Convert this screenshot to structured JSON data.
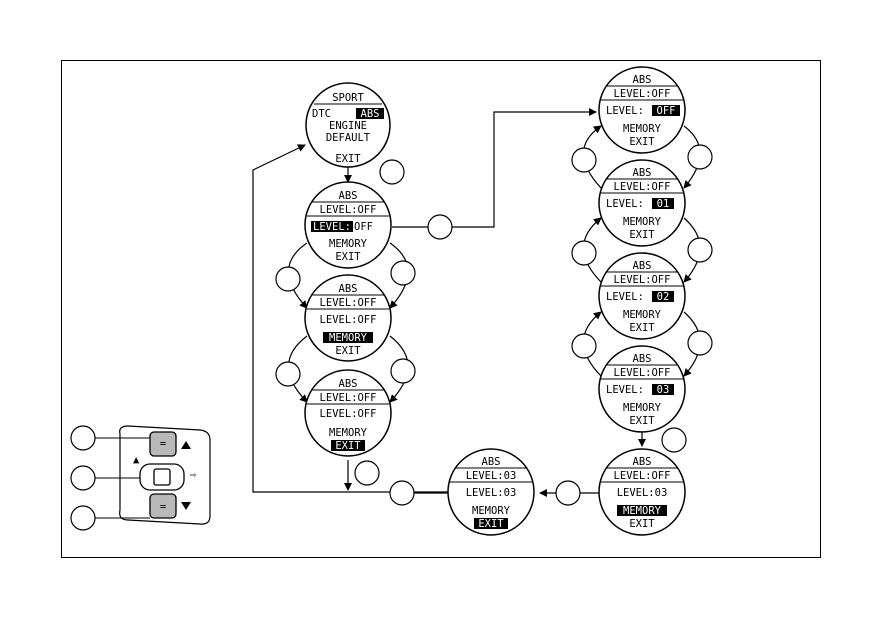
{
  "screens": {
    "sport": {
      "title": "SPORT",
      "line1": "DTC",
      "line1_badge": "ABS",
      "line2": "ENGINE",
      "line3": "DEFAULT",
      "line4": "EXIT"
    },
    "abs_a": {
      "title": "ABS",
      "row1": "LEVEL:OFF",
      "row2_hl": "LEVEL:",
      "row2_rest": "OFF",
      "row3": "MEMORY",
      "row4": "EXIT"
    },
    "abs_b": {
      "title": "ABS",
      "row1": "LEVEL:OFF",
      "row2": "LEVEL:OFF",
      "row3_hl": "MEMORY",
      "row4": "EXIT"
    },
    "abs_c": {
      "title": "ABS",
      "row1": "LEVEL:OFF",
      "row2": "LEVEL:OFF",
      "row3": "MEMORY",
      "row4_hl": "EXIT"
    },
    "abs_r1": {
      "title": "ABS",
      "row1": "LEVEL:OFF",
      "row2": "LEVEL:",
      "row2_hl": "OFF",
      "row3": "MEMORY",
      "row4": "EXIT"
    },
    "abs_r2": {
      "title": "ABS",
      "row1": "LEVEL:OFF",
      "row2": "LEVEL:",
      "row2_hl": "01",
      "row3": "MEMORY",
      "row4": "EXIT"
    },
    "abs_r3": {
      "title": "ABS",
      "row1": "LEVEL:OFF",
      "row2": "LEVEL:",
      "row2_hl": "02",
      "row3": "MEMORY",
      "row4": "EXIT"
    },
    "abs_r4": {
      "title": "ABS",
      "row1": "LEVEL:OFF",
      "row2": "LEVEL:",
      "row2_hl": "03",
      "row3": "MEMORY",
      "row4": "EXIT"
    },
    "abs_r5": {
      "title": "ABS",
      "row1": "LEVEL:OFF",
      "row2": "LEVEL:03",
      "row3_hl": "MEMORY",
      "row4": "EXIT"
    },
    "abs_fin": {
      "title": "ABS",
      "row1": "LEVEL:03",
      "row2": "LEVEL:03",
      "row3": "MEMORY",
      "row4_hl": "EXIT"
    }
  },
  "colors": {
    "line": "#000000",
    "button_fill": "#b9b9b9",
    "highlight": "#000000"
  },
  "icons": {
    "up": "up-arrow-icon",
    "down": "down-arrow-icon"
  }
}
